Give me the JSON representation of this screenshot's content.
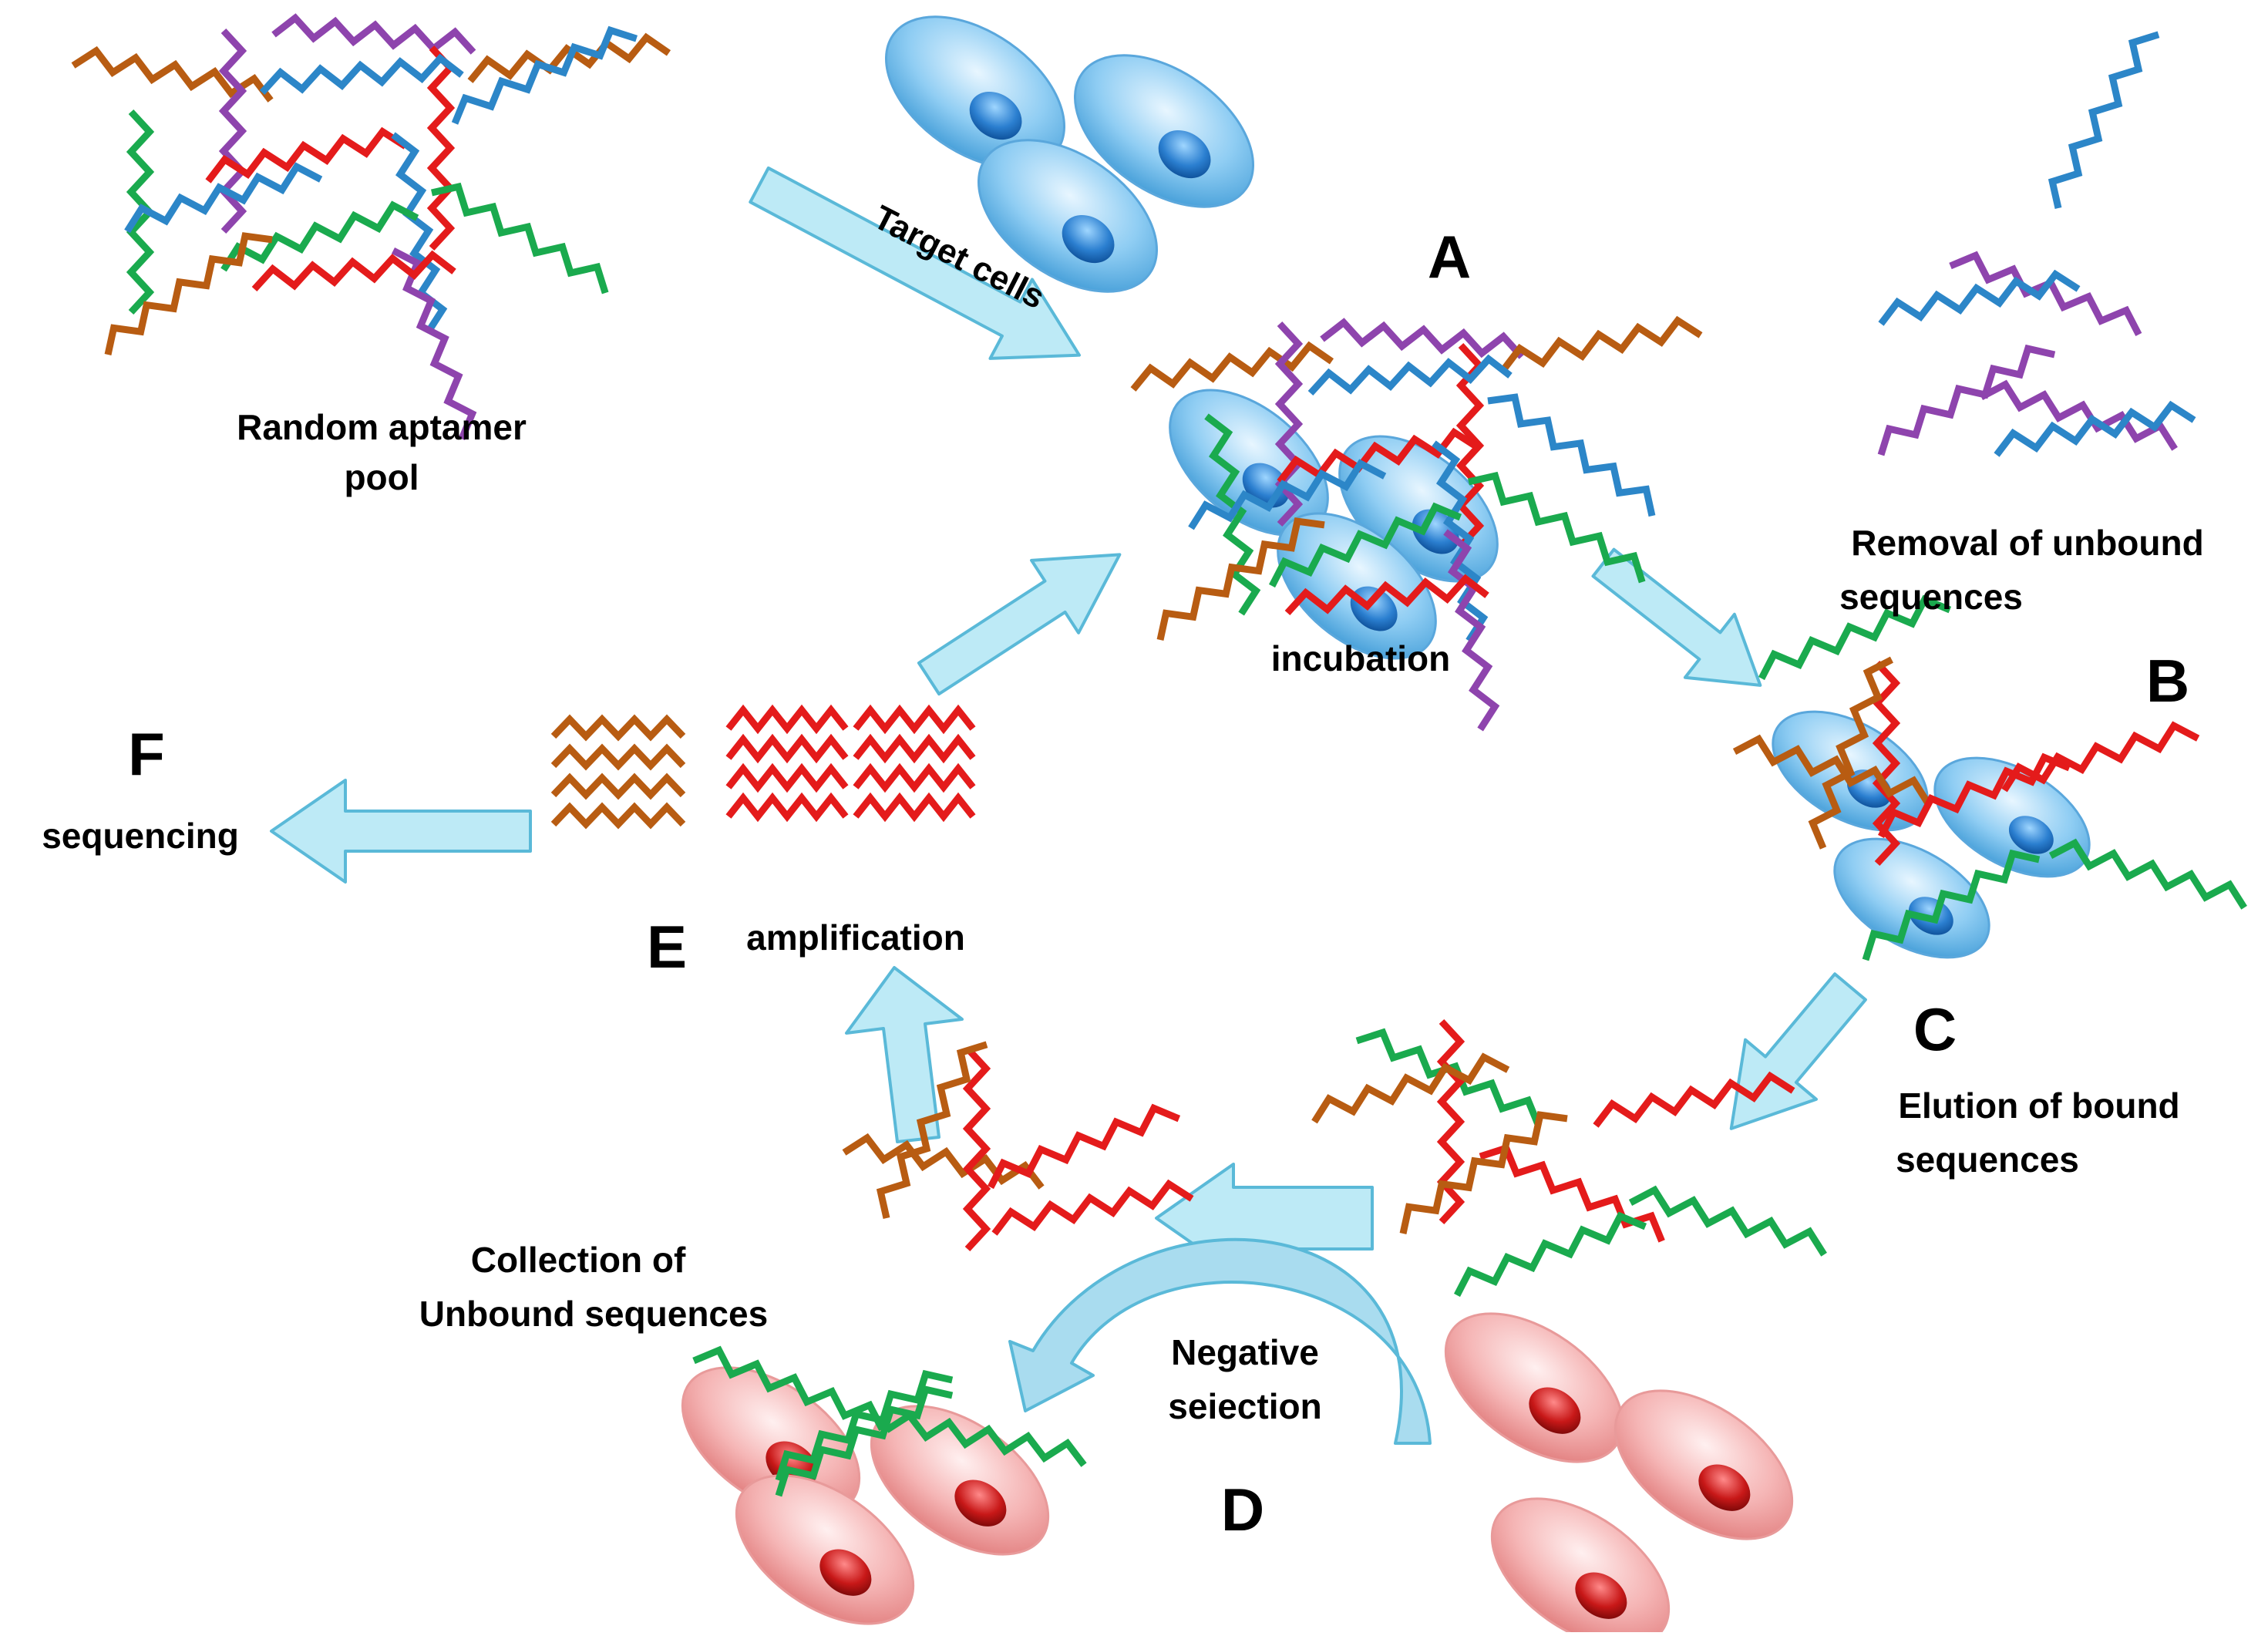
{
  "colors": {
    "orange": "#b85c12",
    "purple": "#8e44ad",
    "blue": "#2c86c8",
    "green": "#1aaa4e",
    "red": "#e41b1b",
    "arrow_fill": "#bdeaf6",
    "arrow_stroke": "#5ab9d8",
    "target_cell": "#7ec0ec",
    "control_cell": "#f0a4a4"
  },
  "labels": {
    "pool": [
      "Random aptamer",
      "pool"
    ],
    "target_cells": "Target cells",
    "step_a": "A",
    "incubation": "incubation",
    "removal": [
      "Removal of unbound",
      "sequences"
    ],
    "step_b": "B",
    "step_c": "C",
    "elution": [
      "Elution of bound",
      "sequences"
    ],
    "step_d": "D",
    "negative": [
      "Negative",
      "seiection"
    ],
    "collection": [
      "Collection of",
      "Unbound sequences"
    ],
    "step_e": "E",
    "amplification": "amplification",
    "step_f": "F",
    "sequencing": "sequencing"
  }
}
